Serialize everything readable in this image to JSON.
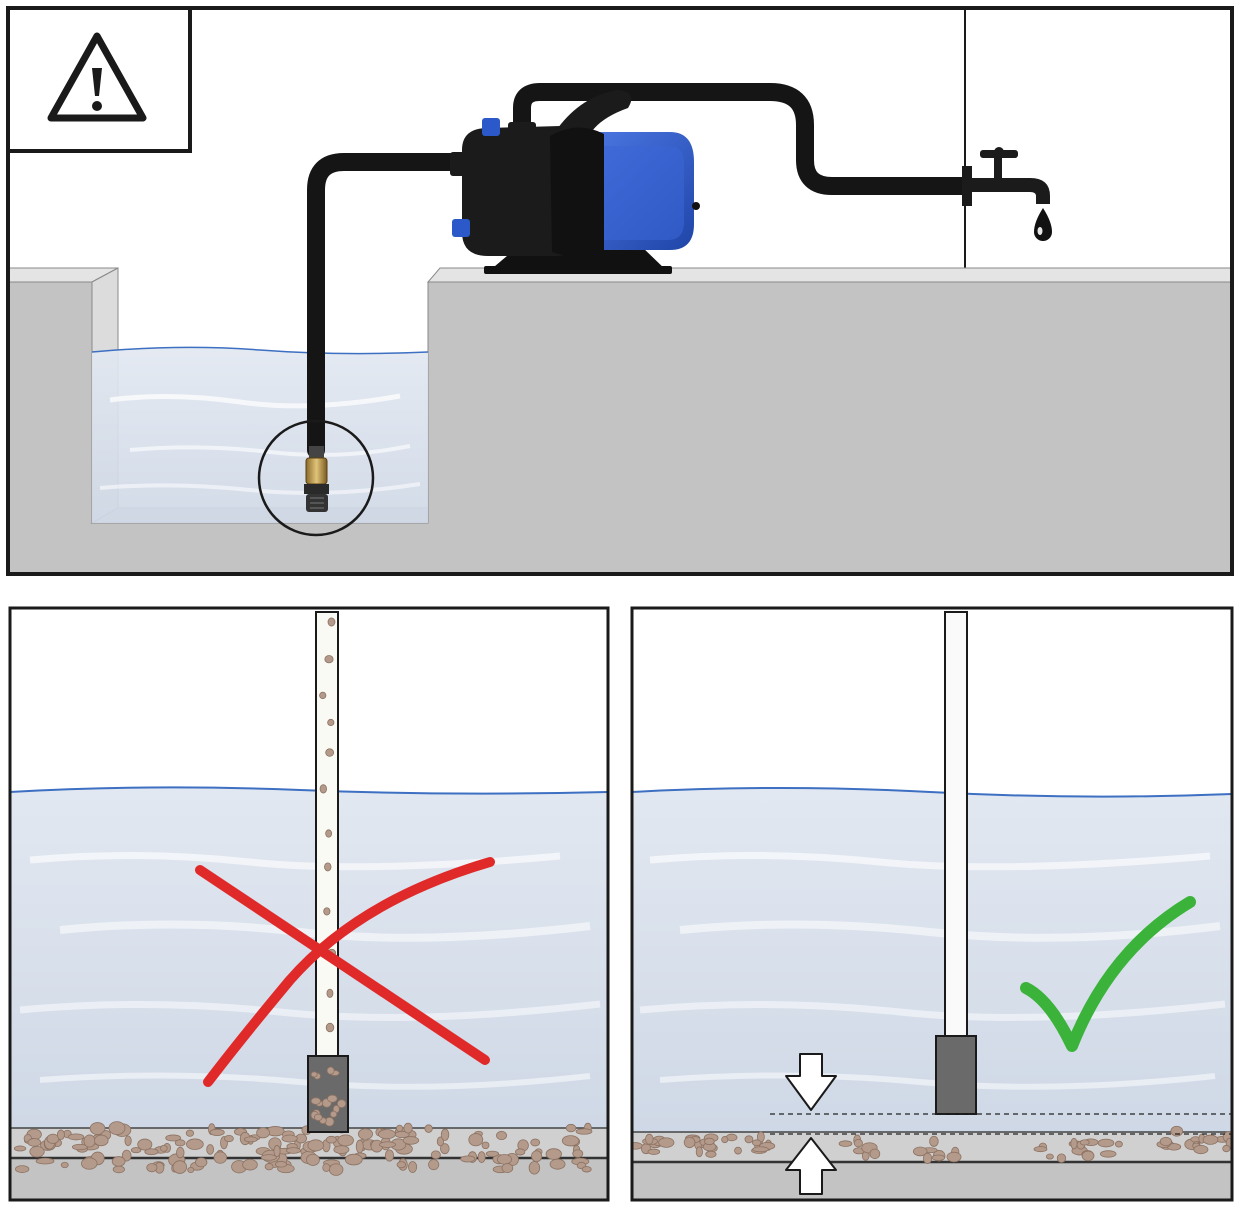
{
  "diagram": {
    "warning_icon": "warning-triangle-icon",
    "panels": [
      {
        "id": "installation-overview",
        "shows": [
          "surface-pump",
          "suction-hose",
          "foot-valve",
          "faucet",
          "water-tank"
        ]
      },
      {
        "id": "incorrect-placement",
        "verdict": "wrong",
        "mark_icon": "cross-icon"
      },
      {
        "id": "correct-placement",
        "verdict": "right",
        "mark_icon": "checkmark-icon"
      }
    ],
    "colors": {
      "frame": "#1a1a1a",
      "ground": "#c3c3c3",
      "water": "#d6deea",
      "water_line": "#3d6fc2",
      "pump_blue": "#2b59c9",
      "hose": "#151515",
      "sediment": "#b49a8a",
      "cross": "#e02a2a",
      "check": "#3bb33b"
    }
  }
}
